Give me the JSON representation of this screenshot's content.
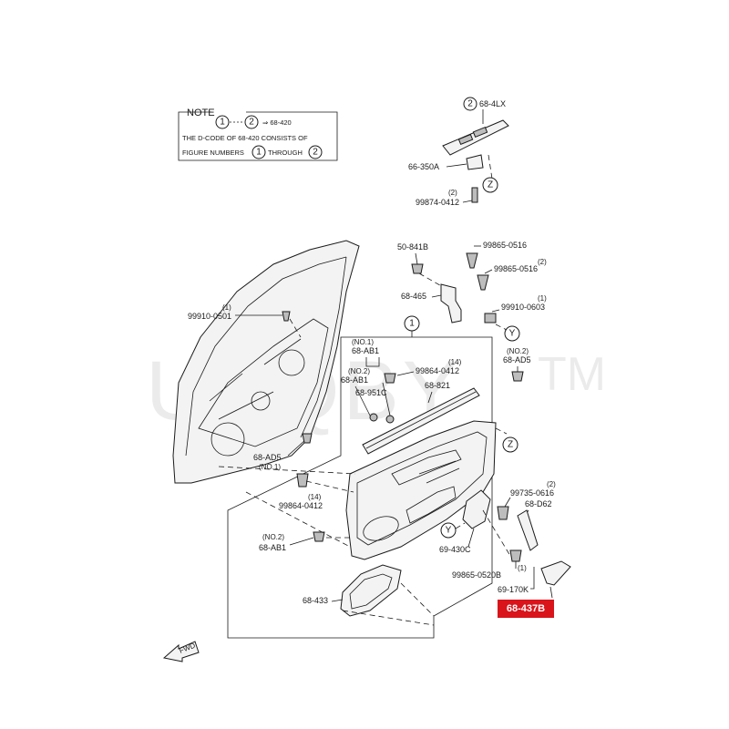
{
  "watermark": {
    "brand": "UNQBY",
    "tm": "TM"
  },
  "note": {
    "title": "NOTE",
    "line1_a": "1",
    "line1_b": "2",
    "line1_code": "⇒ 68-420",
    "line2": "THE D-CODE OF  68-420  CONSISTS OF",
    "line3_a": "FIGURE NUMBERS",
    "line3_b": "THROUGH"
  },
  "callouts": {
    "c1": "1",
    "c2": "2",
    "y": "Y",
    "z": "Z"
  },
  "labels": {
    "p68_4LX": "68-4LX",
    "p66_350A": "66-350A",
    "p99874_q": "(2)",
    "p99874": "99874-0412",
    "p50_841B": "50-841B",
    "p99865_0516a": "99865-0516",
    "p99865_0516b_q": "(2)",
    "p99865_0516b": "99865-0516",
    "p68_465": "68-465",
    "p99910_0603_q": "(1)",
    "p99910_0603": "99910-0603",
    "p99910_0501_q": "(1)",
    "p99910_0501": "99910-0501",
    "no1": "(NO.1)",
    "p68_AB1_top": "68-AB1",
    "no2": "(NO.2)",
    "p68_AB1_mid": "68-AB1",
    "p68_951C": "68-951C",
    "p99864_0412_q": "(14)",
    "p99864_0412": "99864-0412",
    "p68_821": "68-821",
    "ad5_no2": "(NO.2)",
    "p68_AD5_r": "68-AD5",
    "p68_AD5_l": "68-AD5",
    "ad5_no1": "(NO.1)",
    "p99864_0412b_q": "(14)",
    "p99864_0412b": "99864-0412",
    "ab1_no2": "(NO.2)",
    "p68_AB1_bot": "68-AB1",
    "p99735_0616_q": "(2)",
    "p99735_0616": "99735-0616",
    "p68_D62": "68-D62",
    "p69_430C": "69-430C",
    "p99865_0520B_q": "(1)",
    "p99865_0520B": "99865-0520B",
    "p69_170K": "69-170K",
    "p68_433": "68-433",
    "fwd": "FWD"
  },
  "highlight": {
    "part": "68-437B",
    "color": "#d9141b"
  }
}
